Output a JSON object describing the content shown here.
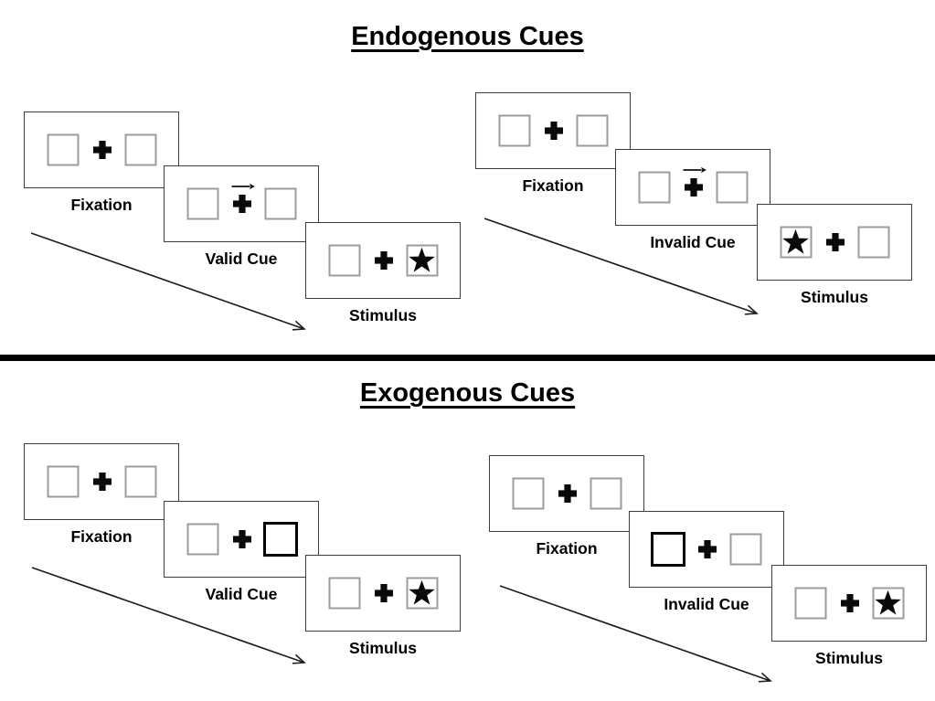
{
  "sections": [
    {
      "title": "Endogenous Cues",
      "groups": [
        {
          "name": "valid-trial",
          "panels": [
            {
              "label": "Fixation",
              "left": "empty",
              "right": "empty",
              "cue_arrow": false
            },
            {
              "label": "Valid Cue",
              "left": "empty",
              "right": "empty",
              "cue_arrow": true
            },
            {
              "label": "Stimulus",
              "left": "empty",
              "right": "star",
              "cue_arrow": false
            }
          ]
        },
        {
          "name": "invalid-trial",
          "panels": [
            {
              "label": "Fixation",
              "left": "empty",
              "right": "empty",
              "cue_arrow": false
            },
            {
              "label": "Invalid Cue",
              "left": "empty",
              "right": "empty",
              "cue_arrow": true
            },
            {
              "label": "Stimulus",
              "left": "star",
              "right": "empty",
              "cue_arrow": false
            }
          ]
        }
      ]
    },
    {
      "title": "Exogenous Cues",
      "groups": [
        {
          "name": "valid-trial",
          "panels": [
            {
              "label": "Fixation",
              "left": "empty",
              "right": "empty",
              "cue_arrow": false
            },
            {
              "label": "Valid Cue",
              "left": "empty",
              "right": "bold",
              "cue_arrow": false
            },
            {
              "label": "Stimulus",
              "left": "empty",
              "right": "star",
              "cue_arrow": false
            }
          ]
        },
        {
          "name": "invalid-trial",
          "panels": [
            {
              "label": "Fixation",
              "left": "empty",
              "right": "empty",
              "cue_arrow": false
            },
            {
              "label": "Invalid Cue",
              "left": "bold",
              "right": "empty",
              "cue_arrow": false
            },
            {
              "label": "Stimulus",
              "left": "empty",
              "right": "star",
              "cue_arrow": false
            }
          ]
        }
      ]
    }
  ],
  "colors": {
    "ink": "#000000",
    "panel_border": "#3c3c3c",
    "box_border": "#9c9c9c",
    "background": "#ffffff"
  }
}
